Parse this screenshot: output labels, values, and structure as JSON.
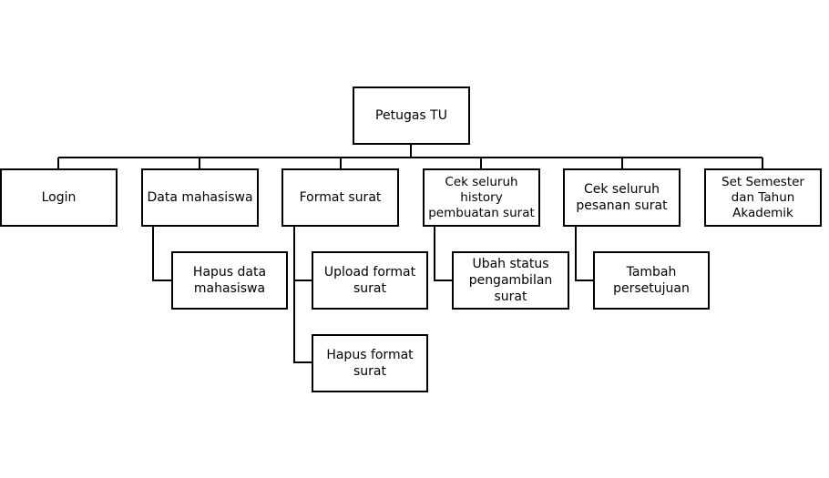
{
  "diagram": {
    "root": {
      "label": "Petugas TU"
    },
    "level1": [
      {
        "label": "Login"
      },
      {
        "label": "Data mahasiswa"
      },
      {
        "label": "Format surat"
      },
      {
        "label": "Cek seluruh history pembuatan surat"
      },
      {
        "label": "Cek seluruh pesanan surat"
      },
      {
        "label": "Set Semester dan Tahun Akademik"
      }
    ],
    "level2": [
      {
        "label": "Hapus data mahasiswa",
        "parent": "Data mahasiswa"
      },
      {
        "label": "Upload format surat",
        "parent": "Format surat"
      },
      {
        "label": "Hapus format surat",
        "parent": "Format surat"
      },
      {
        "label": "Ubah status pengambilan surat",
        "parent": "Cek seluruh history pembuatan surat"
      },
      {
        "label": "Tambah persetujuan",
        "parent": "Cek seluruh pesanan surat"
      }
    ]
  },
  "colors": {
    "line": "#000000",
    "box_border": "#000000",
    "background": "#ffffff"
  }
}
